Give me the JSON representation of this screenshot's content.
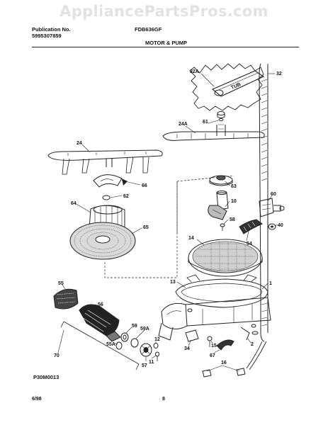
{
  "watermark": "AppliancePartsPros.com",
  "header": {
    "publication_label": "Publication No.",
    "publication_number": "5995307859",
    "model": "FDB636GF",
    "section_title": "MOTOR & PUMP"
  },
  "parts": [
    {
      "id": "p32A",
      "label": "32A"
    },
    {
      "id": "p32",
      "label": "32"
    },
    {
      "id": "p24A",
      "label": "24A"
    },
    {
      "id": "p61",
      "label": "61"
    },
    {
      "id": "p24",
      "label": "24"
    },
    {
      "id": "p66",
      "label": "66"
    },
    {
      "id": "p63",
      "label": "63"
    },
    {
      "id": "p62",
      "label": "62"
    },
    {
      "id": "p64",
      "label": "64"
    },
    {
      "id": "p60",
      "label": "60"
    },
    {
      "id": "p10",
      "label": "10"
    },
    {
      "id": "p65",
      "label": "65"
    },
    {
      "id": "p58",
      "label": "58"
    },
    {
      "id": "p40",
      "label": "40"
    },
    {
      "id": "p14",
      "label": "14"
    },
    {
      "id": "p54",
      "label": "54"
    },
    {
      "id": "p13",
      "label": "13"
    },
    {
      "id": "p1",
      "label": "1"
    },
    {
      "id": "p55",
      "label": "55"
    },
    {
      "id": "p56",
      "label": "56"
    },
    {
      "id": "p59",
      "label": "59"
    },
    {
      "id": "p59A",
      "label": "59A"
    },
    {
      "id": "p55A",
      "label": "55A"
    },
    {
      "id": "p12",
      "label": "12"
    },
    {
      "id": "p11",
      "label": "11"
    },
    {
      "id": "p2",
      "label": "2"
    },
    {
      "id": "p34",
      "label": "34"
    },
    {
      "id": "p15",
      "label": "15"
    },
    {
      "id": "p67",
      "label": "67"
    },
    {
      "id": "p57",
      "label": "57"
    },
    {
      "id": "p70",
      "label": "70"
    },
    {
      "id": "p16",
      "label": "16"
    }
  ],
  "tub_text": "TUB",
  "footer": {
    "diagram_code": "P30M0013",
    "date": "6/98",
    "page": "8"
  }
}
